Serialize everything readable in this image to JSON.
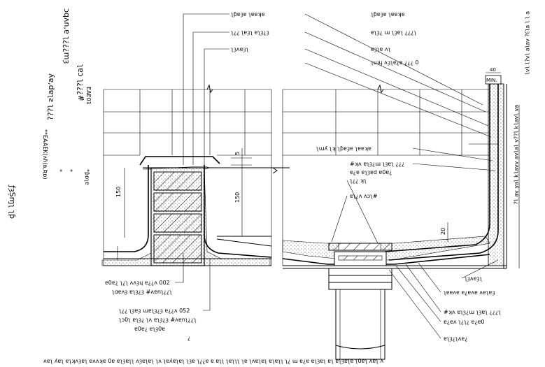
{
  "title_block": {
    "line1": "ƒȝȘɱʅ ʅƥ",
    "line2": "**EAAEK(ʌɦ(ʙ,Ʀɒ)",
    "line3": "*",
    "line4": "*",
    "line5": "*ƥɒʅɐ",
    "code": "EAE01",
    "name1": "ʎɐ,dɐʅƨ ʅ¿¿¿",
    "name2": "ɔqʌn,ɐ ʅ¿¿¿mȝ",
    "name3": "ʅɐɔ ʅ¿¿¿#"
  },
  "left_labels": {
    "top1": "ʅƥɐȝɐ ʅɐɐʞɐ",
    "top2": "ʅ¿¿ ʅɐȝʅ ɐʅȝ¿ȝ",
    "top3": "ʅȝʌɐȝʅ",
    "bottom1": "ɐ0ɐ¿ ʅ¿ʅ ʌʌȝɥ ɐ¿¿ʌ 002",
    "bottom2": "ʅɑɐʌȝ ɐʅȝ¿ȝ #ʌɐnʅ¿¿ʅ",
    "bottom3": "ʅ¿¿ ʅȝɐȝ ɯɐʅȝ¿ȝ ɐ¿¿ʌ 052",
    "bottom4": "ʅɔ0ʅ ɐʅȝ¿ ʅʌ ɐʅȝ¿ȝ #ʌɐnʅ¿¿ʅ",
    "bottom5": "ɐ0ɐ¿ ɐʅȝ0ɐ",
    "bottom6": "¿"
  },
  "right_labels": {
    "top1": "ʅƥɐȝɐ ʅɐɐʞɐ",
    "top2": "ɐʅȝ¿ ɯ ʅȝɐʅ ¿¿¿ʅ",
    "top3": "ɐȝʅɐ ʌʅ",
    "top4": "ʅɯɥ ʌȝʅɐ¿ɐ ¿¿¿ 0",
    "mid1": "ʅɯʎ ʅʞ ʅƥɐȝɐ ʅɐɐʞɐ",
    "mid2": "#ʞʌ ɐʅȝ¿ɯ ʅȝɐʅ ¿¿¿",
    "mid3": "ɐ¿ɐ ɐʅȝɐd ɐ0ɐ¿",
    "mid4": "ʅ¿¿ ʞʅ",
    "mid5": "ɐʅ¿ʌ ʌɔʅ#",
    "min_label": "MIN.",
    "dim40": "40",
    "bottom1": "ʅȝʌɐȝʅ",
    "bottom2": "ʅɐɐʌɐ ɐ¿ɐʌɐ ʌɐʅɐȝ",
    "bottom3": "#ʞʌ ɐʅȝ¿ɯ ʅȝɐʅ ¿¿¿ʅ",
    "bottom4": "ɐ¿ɐʌ ʅ¿ʅ¿ ɐ¿ɐ0",
    "bottom5": "ɐʅȝ¿ʅʌɐ¿"
  },
  "vertical_right": {
    "text1": "ɐ ʅ ʅ ɐʅȝ¿ ʌɐʅɐ ʅʌ¿ʅ ʅʌʅ",
    "text2": "ɐʌ ʅʌɐʅʞ ʅ¿¿ʌ ʅɐʅʌɐ ʌʌɐʅʞ ʅɐʎ ʌɐ ʅ¿"
  },
  "dimensions": {
    "d150a": "150",
    "d150b": "150",
    "d5": "5",
    "d20": "20"
  },
  "footer": "ʌɐʅ ʎɐʅ ɐʅʞʌȝɐʅ ɐʌʌʞɐ 0ɐ ɐʅȝɐʅʅ ʌȝɐʅɐʅ ʅʌ ʅɐʎɐʅɐʅ ʅȝɐ ʅ¿¿ɐ ɐ ɐʅʅ ʅɐʅʅʅ ʅɐ ʅʌɐʅɐʅ ɐʅɐʅʅ ʅ¿ ɯ ɐ¿ɐ ɐʅȝɐʅ ɐʅ ɐʅȝɐʅɐ ʅ0ɐʅ ʌɐʅ ʌ"
}
